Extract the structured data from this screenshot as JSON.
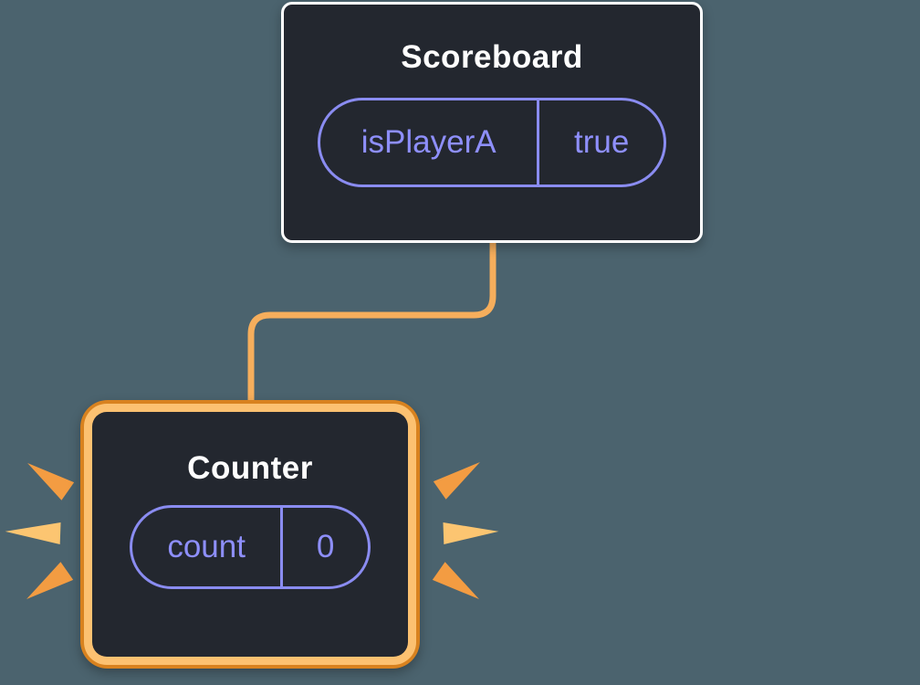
{
  "scoreboard": {
    "title": "Scoreboard",
    "state": {
      "key": "isPlayerA",
      "value": "true"
    }
  },
  "counter": {
    "title": "Counter",
    "state": {
      "key": "count",
      "value": "0"
    }
  },
  "colors": {
    "background": "#4b636e",
    "card_fill": "#23272f",
    "card_border": "#ffffff",
    "state_purple": "#8a8cf1",
    "connector": "#f6ae5c",
    "counter_ring_outer": "#d8821f",
    "counter_ring_inner": "#fcc171",
    "spark_light": "#fcc571",
    "spark_dark": "#f39c42"
  }
}
